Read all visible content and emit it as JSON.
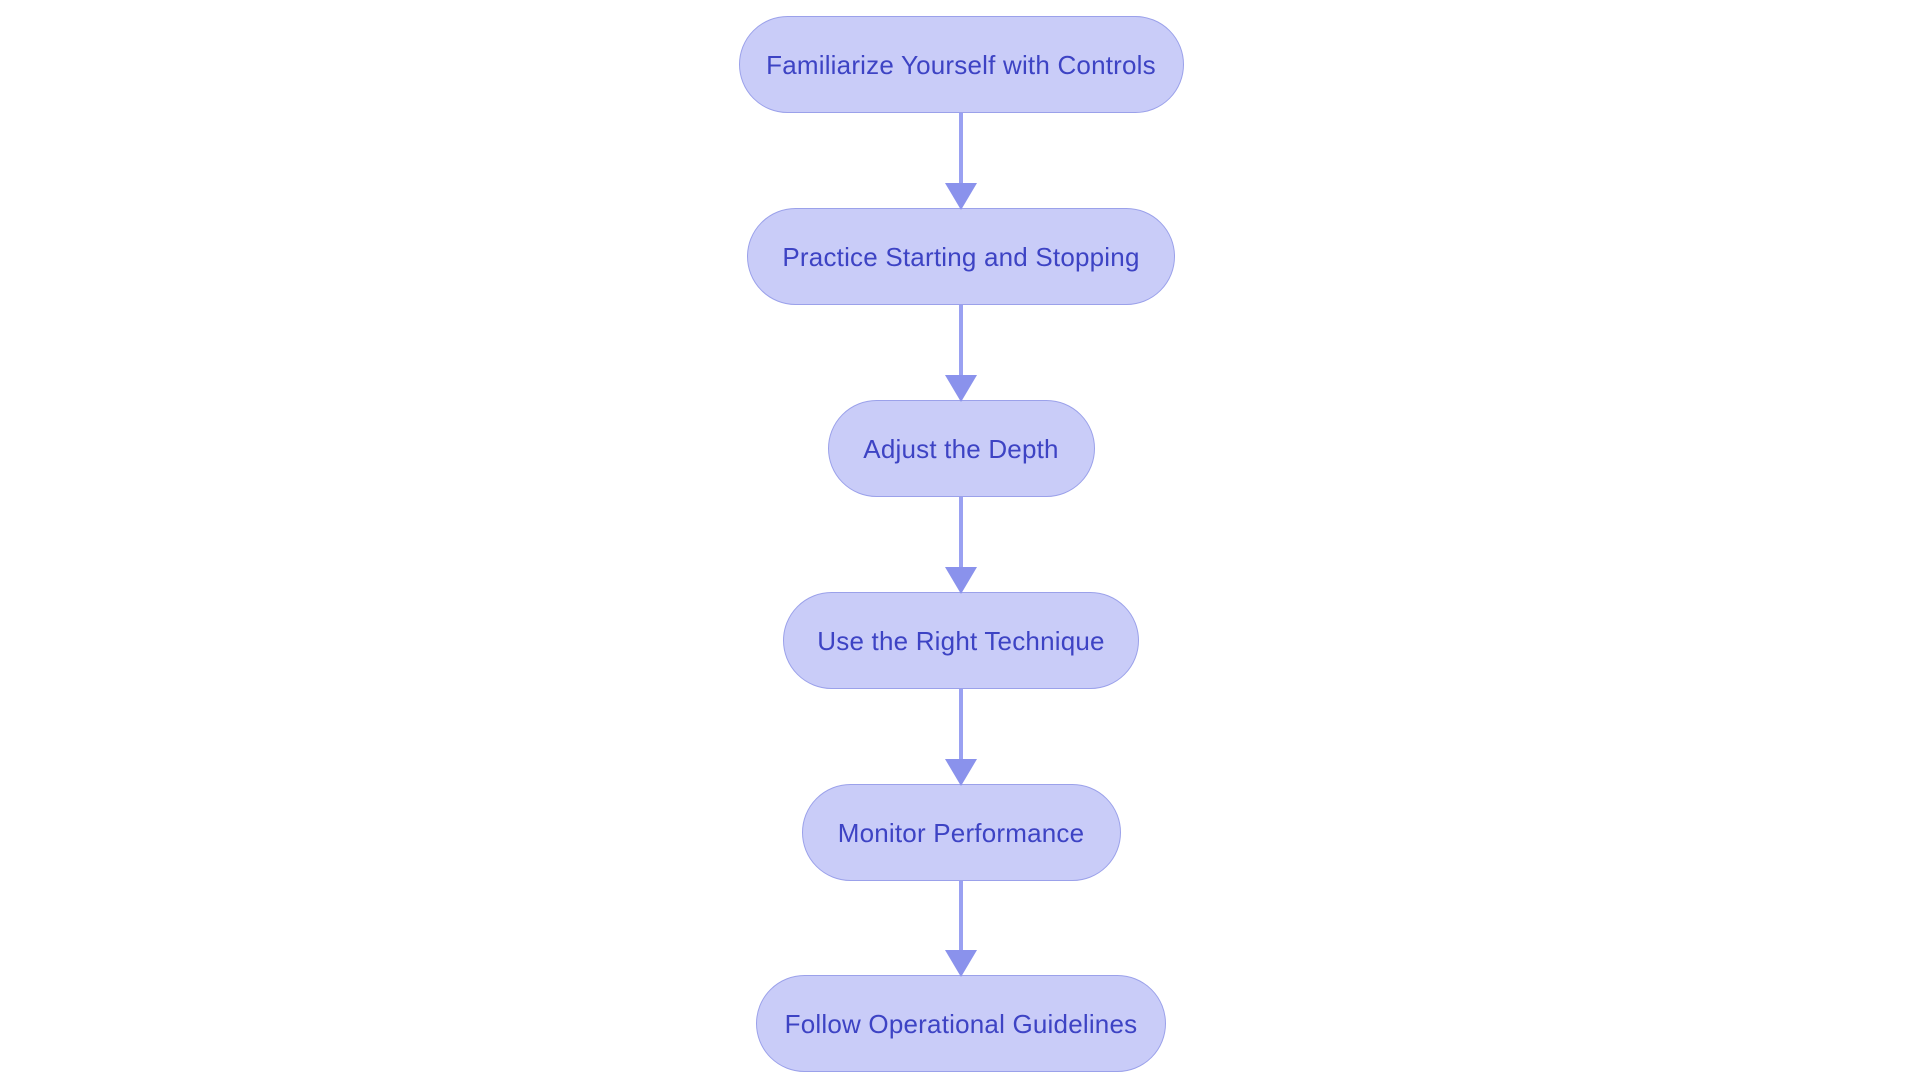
{
  "diagram": {
    "type": "flowchart",
    "direction": "top-down",
    "nodes": [
      {
        "id": "step-1",
        "label": "Familiarize Yourself with Controls"
      },
      {
        "id": "step-2",
        "label": "Practice Starting and Stopping"
      },
      {
        "id": "step-3",
        "label": "Adjust the Depth"
      },
      {
        "id": "step-4",
        "label": "Use the Right Technique"
      },
      {
        "id": "step-5",
        "label": "Monitor Performance"
      },
      {
        "id": "step-6",
        "label": "Follow Operational Guidelines"
      }
    ],
    "edges": [
      {
        "from": "step-1",
        "to": "step-2"
      },
      {
        "from": "step-2",
        "to": "step-3"
      },
      {
        "from": "step-3",
        "to": "step-4"
      },
      {
        "from": "step-4",
        "to": "step-5"
      },
      {
        "from": "step-5",
        "to": "step-6"
      }
    ],
    "colors": {
      "background": "#ffffff",
      "node_fill": "#c9ccf8",
      "node_border": "#9ba1ea",
      "node_text": "#3d43c4",
      "connector_line": "#9aa1f2",
      "connector_head": "#8a92ec"
    }
  }
}
